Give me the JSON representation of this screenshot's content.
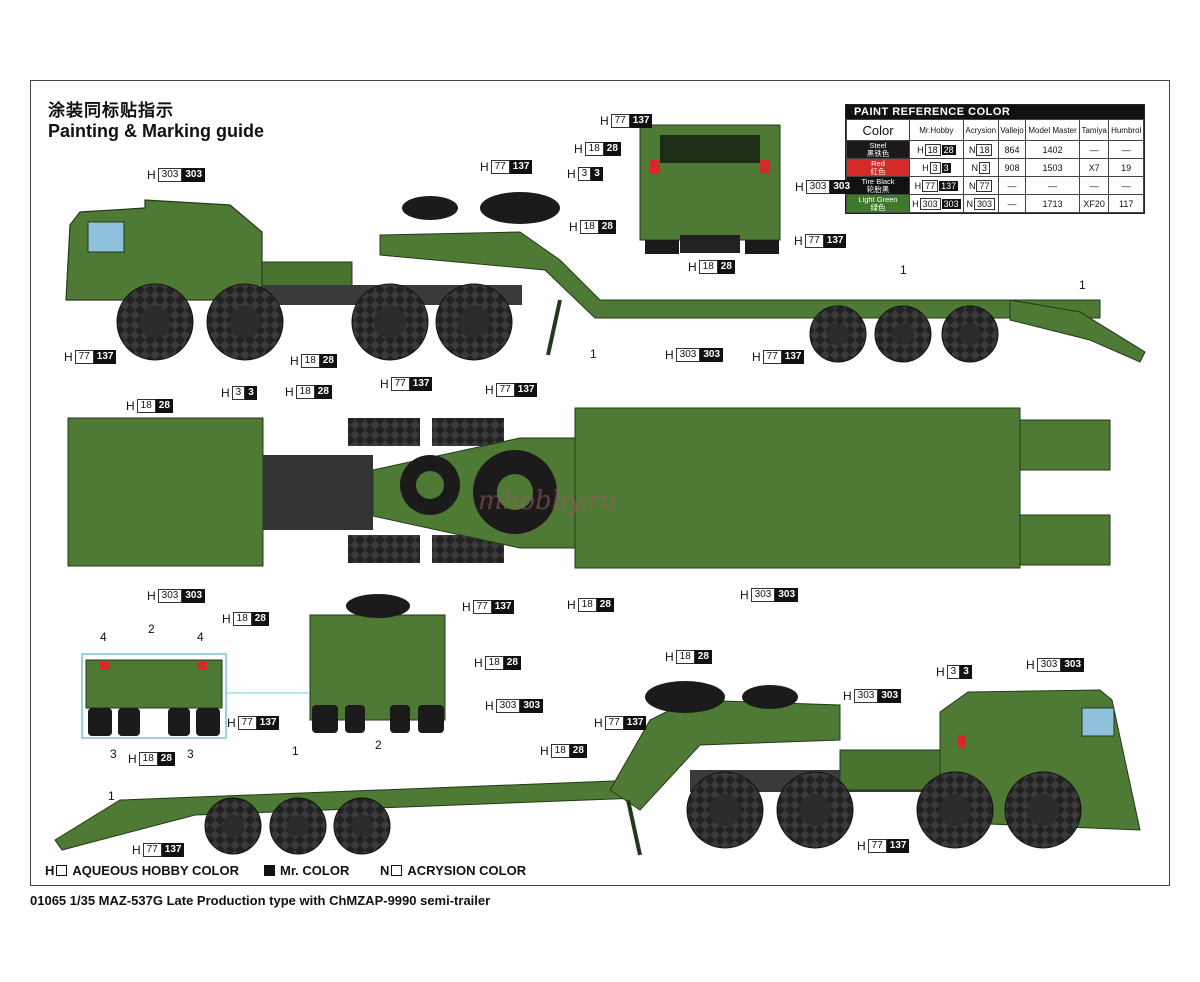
{
  "title": {
    "chinese": "涂装同标贴指示",
    "english": "Painting & Marking guide"
  },
  "paint_table": {
    "header": "PAINT  REFERENCE COLOR",
    "columns": [
      "Color",
      "Mr.Hobby",
      "Acrysion",
      "Vallejo",
      "Model Master",
      "Tamiya",
      "Humbrol"
    ],
    "rows": [
      {
        "name": "Steel",
        "name_cn": "黑铁色",
        "swatch": "#1a1a1a",
        "h": "18",
        "h2": "28",
        "n": "18",
        "vallejo": "864",
        "mm": "1402",
        "tamiya": "—",
        "humbrol": "—"
      },
      {
        "name": "Red",
        "name_cn": "红色",
        "swatch": "#d42a2a",
        "h": "3",
        "h2": "3",
        "n": "3",
        "vallejo": "908",
        "mm": "1503",
        "tamiya": "X7",
        "humbrol": "19"
      },
      {
        "name": "Tire Black",
        "name_cn": "轮胎黑",
        "swatch": "#111111",
        "h": "77",
        "h2": "137",
        "n": "77",
        "vallejo": "—",
        "mm": "—",
        "tamiya": "—",
        "humbrol": "—"
      },
      {
        "name": "Light Green",
        "name_cn": "绿色",
        "swatch": "#3f7a2a",
        "h": "303",
        "h2": "303",
        "n": "303",
        "vallejo": "—",
        "mm": "1713",
        "tamiya": "XF20",
        "humbrol": "117"
      }
    ]
  },
  "callouts": [
    {
      "id": "c1",
      "pfx": "H",
      "a": "303",
      "b": "303"
    },
    {
      "id": "c2",
      "pfx": "H",
      "a": "77",
      "b": "137"
    },
    {
      "id": "c3",
      "pfx": "H",
      "a": "77",
      "b": "137"
    },
    {
      "id": "c4",
      "pfx": "H",
      "a": "18",
      "b": "28"
    },
    {
      "id": "c5",
      "pfx": "H",
      "a": "3",
      "b": "3"
    },
    {
      "id": "c6",
      "pfx": "H",
      "a": "303",
      "b": "303"
    },
    {
      "id": "c7",
      "pfx": "H",
      "a": "18",
      "b": "28"
    },
    {
      "id": "c8",
      "pfx": "H",
      "a": "77",
      "b": "137"
    },
    {
      "id": "c9",
      "pfx": "H",
      "a": "18",
      "b": "28"
    },
    {
      "id": "c10",
      "pfx": "H",
      "a": "77",
      "b": "137"
    },
    {
      "id": "c11",
      "pfx": "H",
      "a": "18",
      "b": "28"
    },
    {
      "id": "c12",
      "pfx": "H",
      "a": "303",
      "b": "303"
    },
    {
      "id": "c13",
      "pfx": "H",
      "a": "77",
      "b": "137"
    },
    {
      "id": "c14",
      "pfx": "H",
      "a": "18",
      "b": "28"
    },
    {
      "id": "c15",
      "pfx": "H",
      "a": "3",
      "b": "3"
    },
    {
      "id": "c16",
      "pfx": "H",
      "a": "18",
      "b": "28"
    },
    {
      "id": "c17",
      "pfx": "H",
      "a": "77",
      "b": "137"
    },
    {
      "id": "c18",
      "pfx": "H",
      "a": "77",
      "b": "137"
    },
    {
      "id": "c19",
      "pfx": "H",
      "a": "303",
      "b": "303"
    },
    {
      "id": "c20",
      "pfx": "H",
      "a": "18",
      "b": "28"
    },
    {
      "id": "c21",
      "pfx": "H",
      "a": "303",
      "b": "303"
    },
    {
      "id": "c22",
      "pfx": "H",
      "a": "18",
      "b": "28"
    },
    {
      "id": "c23",
      "pfx": "H",
      "a": "77",
      "b": "137"
    },
    {
      "id": "c24",
      "pfx": "H",
      "a": "18",
      "b": "28"
    },
    {
      "id": "c25",
      "pfx": "H",
      "a": "18",
      "b": "28"
    },
    {
      "id": "c26",
      "pfx": "H",
      "a": "303",
      "b": "303"
    },
    {
      "id": "c27",
      "pfx": "H",
      "a": "77",
      "b": "137"
    },
    {
      "id": "c28",
      "pfx": "H",
      "a": "18",
      "b": "28"
    },
    {
      "id": "c29",
      "pfx": "H",
      "a": "77",
      "b": "137"
    },
    {
      "id": "c30",
      "pfx": "H",
      "a": "18",
      "b": "28"
    },
    {
      "id": "c31",
      "pfx": "H",
      "a": "303",
      "b": "303"
    },
    {
      "id": "c32",
      "pfx": "H",
      "a": "3",
      "b": "3"
    },
    {
      "id": "c33",
      "pfx": "H",
      "a": "303",
      "b": "303"
    },
    {
      "id": "c34",
      "pfx": "H",
      "a": "77",
      "b": "137"
    },
    {
      "id": "c35",
      "pfx": "H",
      "a": "77",
      "b": "137"
    }
  ],
  "part_numbers": {
    "one": "1",
    "two": "2",
    "three": "3",
    "four": "4"
  },
  "legend": {
    "aqueous": "AQUEOUS HOBBY COLOR",
    "mr": "Mr. COLOR",
    "acrysion": "ACRYSION COLOR",
    "h_prefix": "H",
    "n_prefix": "N"
  },
  "footer": "01065  1/35  MAZ-537G Late Production type with ChMZAP-9990 semi-trailer",
  "watermark": "mhobby.ru",
  "colors": {
    "olive": "#4f7a35",
    "olive_dark": "#3a5e27",
    "tire": "#1b1b1b",
    "red": "#d42a2a"
  }
}
